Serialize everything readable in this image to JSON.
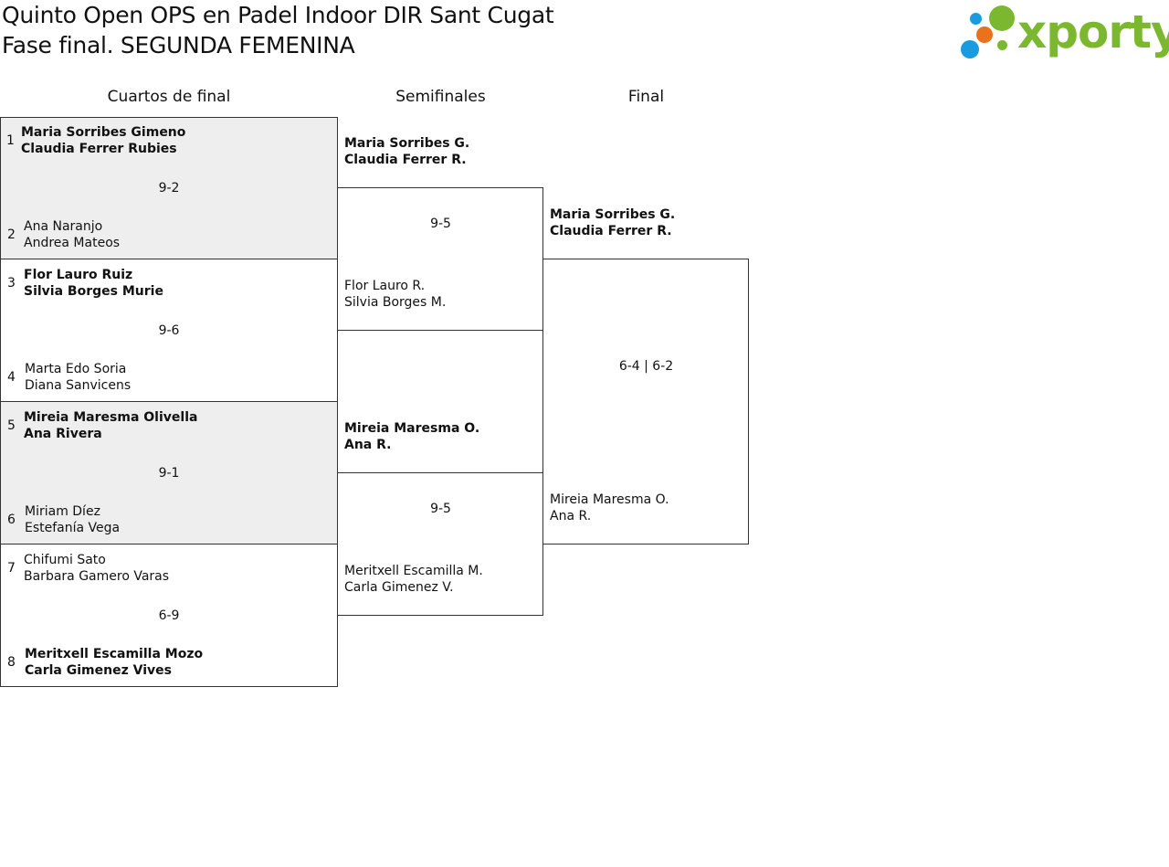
{
  "header": {
    "title_line1": "Quinto Open OPS en Padel Indoor DIR Sant Cugat",
    "title_line2": "Fase final. SEGUNDA FEMENINA",
    "logo_text": "xporty",
    "colors": {
      "logo_green": "#7cb82f",
      "logo_blue": "#1a9be0",
      "logo_orange": "#e8731c"
    }
  },
  "rounds": {
    "quarterfinals_label": "Cuartos de final",
    "semifinals_label": "Semifinales",
    "final_label": "Final"
  },
  "quarterfinals": [
    {
      "seed_a": "1",
      "a1": "Maria Sorribes Gimeno",
      "a2": "Claudia Ferrer Rubies",
      "score": "9-2",
      "seed_b": "2",
      "b1": "Ana Naranjo",
      "b2": "Andrea Mateos"
    },
    {
      "seed_a": "3",
      "a1": "Flor Lauro Ruiz",
      "a2": "Silvia Borges Murie",
      "score": "9-6",
      "seed_b": "4",
      "b1": "Marta Edo Soria",
      "b2": "Diana Sanvicens"
    },
    {
      "seed_a": "5",
      "a1": "Mireia Maresma Olivella",
      "a2": "Ana Rivera",
      "score": "9-1",
      "seed_b": "6",
      "b1": "Miriam Díez",
      "b2": "Estefanía Vega"
    },
    {
      "seed_a": "7",
      "a1": "Chifumi Sato",
      "a2": "Barbara Gamero Varas",
      "score": "6-9",
      "seed_b": "8",
      "b1": "Meritxell Escamilla Mozo",
      "b2": "Carla Gimenez Vives"
    }
  ],
  "semifinals": [
    {
      "a1": "Maria Sorribes G.",
      "a2": "Claudia Ferrer R.",
      "score": "9-5",
      "b1": "Flor Lauro R.",
      "b2": "Silvia Borges M."
    },
    {
      "a1": "Mireia Maresma O.",
      "a2": "Ana R.",
      "score": "9-5",
      "b1": "Meritxell Escamilla M.",
      "b2": "Carla Gimenez V."
    }
  ],
  "final": {
    "a1": "Maria Sorribes G.",
    "a2": "Claudia Ferrer R.",
    "score": "6-4 | 6-2",
    "b1": "Mireia Maresma O.",
    "b2": "Ana R."
  }
}
